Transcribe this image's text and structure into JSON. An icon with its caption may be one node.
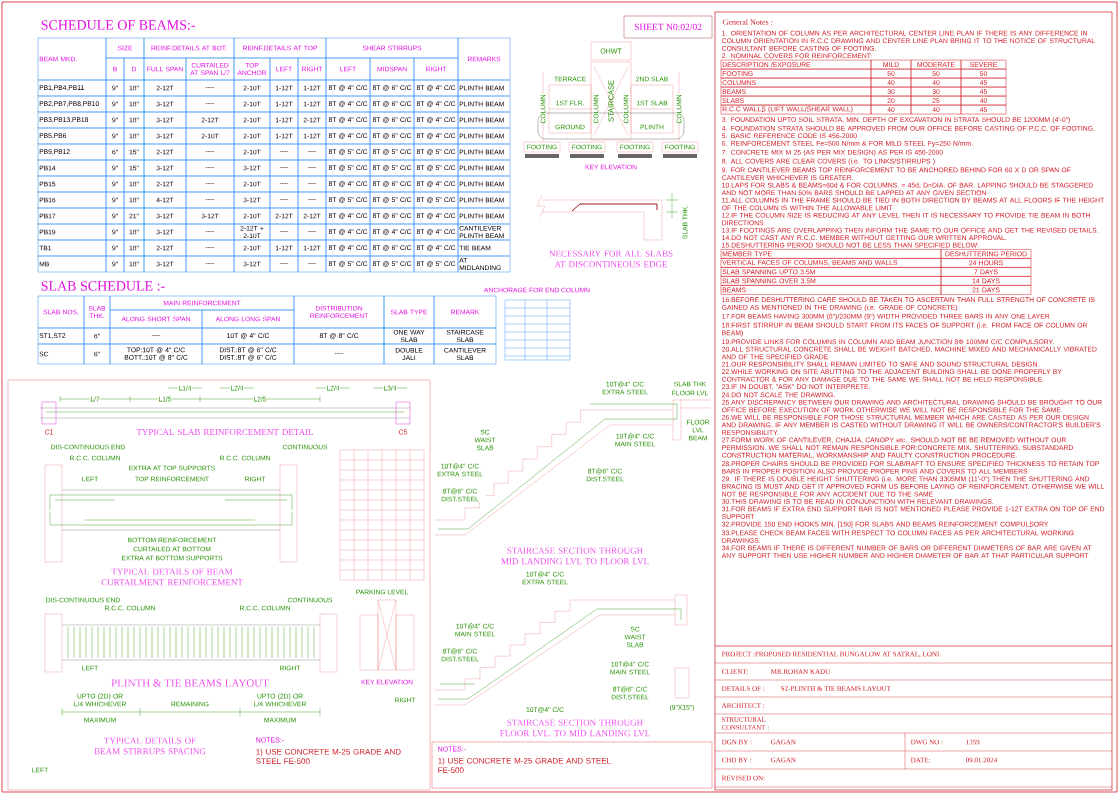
{
  "diagram": {
    "nodes": [
      {
        "text": [
          "OHWT"
        ]
      },
      {
        "text": [
          "STAIRCASE"
        ]
      },
      {
        "text": [
          "FOOTING"
        ]
      },
      {
        "text": [
          "FOOTING"
        ]
      },
      {
        "text": [
          "FOOTING"
        ]
      },
      {
        "text": [
          "FOOTING"
        ]
      },
      {
        "text": [
          "SHEET N0:02/02"
        ]
      }
    ],
    "labels": [
      "SCHEDULE OF BEAMS:-",
      "BEAM MKD.",
      "SIZE",
      "REINF.DETAILS AT BOT.",
      "REINF.DETAILS AT TOP",
      "SHEAR STIRRUPS",
      "REMARKS",
      "B",
      "D",
      "FULL SPAN",
      "CURTAILED AT SPAN L/7",
      "TOP ANCHOR",
      "LEFT",
      "RIGHT",
      "LEFT",
      "MIDSPAN",
      "RIGHT",
      "PB1,PB4,PB11",
      "9\"",
      "18\"",
      "2-12T",
      "----",
      "2-10T",
      "1-12T",
      "1-12T",
      "8T @ 4\" C/C",
      "8T @ 6\" C/C",
      "8T @ 4\" C/C",
      "PLINTH BEAM",
      "PB2,PB7,PB8,PB10",
      "9\"",
      "18\"",
      "3-12T",
      "----",
      "2-10T",
      "1-12T",
      "1-12T",
      "8T @ 4\" C/C",
      "8T @ 6\" C/C",
      "8T @ 4\" C/C",
      "PLINTH BEAM",
      "PB3,PB13,PB18",
      "9\"",
      "18\"",
      "3-12T",
      "2-12T",
      "2-10T",
      "1-12T",
      "2-12T",
      "8T @ 4\" C/C",
      "8T @ 6\" C/C",
      "8T @ 4\" C/C",
      "PLINTH BEAM",
      "PB5,PB6",
      "9\"",
      "18\"",
      "3-12T",
      "2-10T",
      "2-10T",
      "1-12T",
      "1-12T",
      "8T @ 4\" C/C",
      "8T @ 6\" C/C",
      "8T @ 4\" C/C",
      "PLINTH BEAM",
      "PB9,PB12",
      "6\"",
      "15\"",
      "2-12T",
      "----",
      "2-10T",
      "----",
      "----",
      "8T @ 5\" C/C",
      "8T @ 5\" C/C",
      "8T @ 5\" C/C",
      "PLINTH BEAM",
      "PB14",
      "9\"",
      "15\"",
      "3-12T",
      "----",
      "3-12T",
      "----",
      "----",
      "8T @ 5\" C/C",
      "8T @ 5\" C/C",
      "8T @ 5\" C/C",
      "PLINTH BEAM",
      "PB15",
      "9\"",
      "18\"",
      "2-12T",
      "----",
      "2-10T",
      "----",
      "----",
      "8T @ 4\" C/C",
      "8T @ 6\" C/C",
      "8T @ 4\" C/C",
      "PLINTH BEAM",
      "PB16",
      "9\"",
      "18\"",
      "4-12T",
      "----",
      "3-12T",
      "----",
      "----",
      "8T @ 5\" C/C",
      "8T @ 5\" C/C",
      "8T @ 5\" C/C",
      "PLINTH BEAM",
      "PB17",
      "9\"",
      "21\"",
      "3-12T",
      "3-12T",
      "2-10T",
      "2-12T",
      "2-12T",
      "8T @ 4\" C/C",
      "8T @ 6\" C/C",
      "8T @ 4\" C/C",
      "PLINTH BEAM",
      "PB19",
      "9\"",
      "18\"",
      "3-12T",
      "----",
      "2-12T + 2-10T",
      "----",
      "----",
      "8T @ 4\" C/C",
      "8T @ 4\" C/C",
      "8T @ 4\" C/C",
      "CANTILEVER PLINTH BEAM",
      "TB1",
      "9\"",
      "18\"",
      "2-12T",
      "----",
      "2-10T",
      "1-12T",
      "1-12T",
      "8T @ 4\" C/C",
      "8T @ 6\" C/C",
      "8T @ 4\" C/C",
      "TIE BEAM",
      "MB",
      "9\"",
      "18\"",
      "3-12T",
      "----",
      "3-12T",
      "----",
      "----",
      "8T @ 5\" C/C",
      "8T @ 5\" C/C",
      "8T @ 5\" C/C",
      "AT MIDLANDING",
      "SLAB SCHEDULE :-",
      "SLAB NOS.",
      "SLAB THK.",
      "MAIN REINFORCEMENT",
      "DISTRIBUTION REINFORCEMENT",
      "SLAB TYPE",
      "REMARK",
      "ALONG SHORT SPAN",
      "ALONG LONG SPAN",
      "ST1,ST2",
      "6\"",
      "----",
      "10T @ 4\" C/C",
      "8T @ 8\" C/C",
      "ONE WAY SLAB",
      "STAIRCASE SLAB",
      "SC",
      "6\"",
      "TOP:10T @ 4\" C/C BOTT.:10T @ 8\" C/C",
      "DIST.:8T @ 6\" C/C DIST.:8T @ 6\" C/C",
      "----",
      "DOUBLE JALI",
      "CANTILEVER SLAB",
      "ANCHORAGE FOR END COLUMN",
      "TERRACE",
      "2ND SLAB",
      "COLUMN",
      "COLUMN",
      "COLUMN",
      "COLUMN",
      "1ST FLR.",
      "1ST SLAB",
      "GROUND",
      "PLINTH",
      "KEY ELEVATION",
      "SLAB THK.",
      "NECESSARY FOR ALL SLABS AT DISCONTINEOUS EDGE",
      "General Notes :",
      "1. ORIENTATION OF COLUMN AS PER ARCHITECTURAL CENTER LINE PLAN IF THERE IS ANY DIFFERENCE IN COLUMN ORIENTATION IN R.C.C DRAWING AND CENTER LINE PLAN BRING IT TO THE NOTICE OF STRUCTURAL CONSULTANT BEFORE CASTING OF FOOTING.",
      "2. NOMINAL COVERS FOR REINFORCEMENT:",
      "DESCRIPTION /EXPOSURE",
      "MILD",
      "MODERATE",
      "SEVERE",
      "FOOTING",
      "50",
      "50",
      "50",
      "COLUMNS",
      "40",
      "40",
      "45",
      "BEAMS",
      "30",
      "30",
      "45",
      "SLABS",
      "20",
      "25",
      "40",
      "R.C.C WALLS (LIFT WALL/SHEAR WALL)",
      "40",
      "40",
      "45",
      "3. FOUNDATION UPTO SOIL STRATA, MIN. DEPTH OF EXCAVATION IN STRATA SHOULD BE 1200MM (4'-0\")",
      "4. FOUNDATION STRATA SHOULD BE APPROVED FROM OUR OFFICE BEFORE CASTING OF P.C.C. OF FOOTING.",
      "5. BASIC REFERENCE CODE IS 456-2000",
      "6. REINFORCEMENT STEEL Fe=500 N/mm & FOR MILD STEEL Fy=250 N/mm.",
      "7. CONCRETE MIX M 25 (AS PER MIX DESIGN) AS PER IS 456-2000",
      "8. ALL COVERS ARE CLEAR COVERS (i.e. TO LINKS/STIRRUPS )",
      "9. FOR CANTILEVER BEAMS TOP REINFORCEMENT TO BE ANCHORED BEHIND FOR 60 X D OR SPAN OF CANTILEVER WHICHEVER IS GREATER.",
      "10.LAPS FOR SLABS & BEAMS=60d & FOR COLUMNS. = 45d, D=DIA. OF BAR. LAPPING SHOULD BE STAGGERED AND NOT MORE THAN 50% BARS SHOULD BE LAPPED AT ANY GIVEN SECTION",
      "11.ALL COLUMNS IN THE FRAME SHOULD BE TIED IN BOTH DIRECTION BY BEAMS AT ALL FLOORS IF THE HEIGHT OF THE COLUMN IS WITHIN THE ALLOWABLE LIMIT",
      "12.IF THE COLUMN SIZE IS REDUCING AT ANY LEVEL THEN IT IS NECESSARY TO PROVIDE TIE BEAM IN BOTH DIRECTIONS",
      "13.IF FOOTINGS ARE OVERLAPPING THEN INFORM THE SAME TO OUR OFFICE AND GET THE REVISED DETAILS.",
      "14.DO NOT CAST ANY R.C.C. MEMBER WITHOUT GETTING OUR WRITTEN APPROVAL.",
      "15.DESHUTTERING PERIOD SHOULD NOT BE LESS THAN SPECIFIED BELOW:",
      "MEMBER TYPE",
      "DESHUTTERING PERIOD",
      "VERTICAL FACES OF COLUMNS, BEAMS AND WALLS",
      "24 HOURS",
      "SLAB SPANNING UPTO 3.5M",
      "7 DAYS",
      "SLAB SPANNING OVER 3.5M",
      "14 DAYS",
      "BEAMS",
      "21 DAYS",
      "16.BEFORE DESHUTTERING CARE SHOULD BE TAKEN TO ASCERTAIN THAN FULL STRENGTH OF CONCRETE IS GAINED AS MENTIONED IN THE DRAWING (i.e. GRADE OF CONCRETE)",
      "17.FOR BEAMS HAVING 300MM (8\")/230MM (9\") WIDTH PROVIDED THREE BARS IN ANY ONE LAYER",
      "18.FIRST STIRRUP IN BEAM SHOULD START FROM ITS FACES OF SUPPORT (i.e. FROM FACE OF COLUMN OR BEAM)",
      "19.PROVIDE LINKS FOR COLUMNS IN COLUMN AND BEAM JUNCTION 8Φ 100MM C/C COMPULSORY.",
      "20.ALL STRUCTURAL CONCRETE SHALL BE WEIGHT BATCHED, MACHINE MIXED AND MECHANICALLY VIBRATED AND OF THE SPECIFIED GRADE",
      "21.OUR RESPONSIBILITY SHALL REMAIN LIMITED TO SAFE AND SOUND STRUCTURAL DESIGN.",
      "22.WHILE WORKING ON SITE ABUTTING TO THE ADJACENT BUILDING SHALL BE DONE PROPERLY BY CONTRACTOR & FOR ANY DAMAGE DUE TO THE SAME WE SHALL NOT BE HELD RESPONSIBLE.",
      "23.IF IN DOUBT, \"ASK\" DO NOT INTERPRETE.",
      "24.DO NOT SCALE THE DRAWING.",
      "25.ANY DISCREPANCY BETWEEN OUR DRAWING AND ARCHITECTURAL DRAWING SHOULD BE BROUGHT TO OUR OFFICE BEFORE EXECUTION OF WORK OTHERWISE WE WILL NOT BE RESPONSIBLE FOR THE SAME",
      "26.WE WILL BE RESPONSIBLE FOR THOSE STRUCTURAL MEMBER WHICH ARE CASTED AS PER OUR DESIGN AND DRAWING. IF ANY MEMBER IS CASTED WITHOUT DRAWING IT WILL BE OWNERS/CONTRACTOR'S BUILDER'S RESPONSIBILITY.",
      "27.FORM WORK OF CANTILEVER, CHAJJA, CANOPY etc. SHOULD NOT BE BE REMOVED WITHOUT OUR PERMISSION. WE SHALL NOT REMAIN RESPONSIBLE FOR:CONCRETE MIX, SHUTTERING, SUBSTANDARD CONSTRUCTION MATERIAL, WORKMANSHIP AND FAULTY CONSTRUCTION PROCEDURE.",
      "28.PROPER CHAIRS SHOULD BE PROVIDED FOR SLAB/RAFT TO ENSURE SPECIFIED THICKNESS TO RETAIN TOP BARS IN PROPER POSITION ALSO PROVIDE PROPER PINS AND COVERS TO ALL MEMBERS",
      "29. IF THERE IS DOUBLE HEIGHT SHUTTERING (i.e. MORE THAN 3305MM (11'-0\") THEN THE SHUTTERING AND BRACING IS MUST AND GET IT APPROVED FORM US BEFORE LAYING OF REINFORCEMENT. OTHERWISE WE WILL NOT BE RESPONSIBLE FOR ANY ACCIDENT DUE TO THE SAME",
      "30.THIS DRAWING IS TO BE READ IN CONJUNCTION WITH RELEVANT DRAWINGS.",
      "31.FOR BEAMS IF EXTRA END SUPPORT BAR IS NOT MENTIONED PLEASE PROVIDE 1-12T EXTRA ON TOP OF END SUPPORT",
      "32.PROVIDE 150 END HOOKS MIN. [150] FOR SLABS AND BEAMS REINFORCEMENT COMPULSORY",
      "33.PLEASE CHECK BEAM FACES WITH RESPECT TO COLUMN FACES AS PER ARCHITECTURAL WORKING DRAWINGS.",
      "34.FOR BEAMS IF THERE IS DIFFERENT NUMBER OF BARS OR DIFFERENT DIAMETERS OF BAR ARE GIVEN AT ANY SUPPORT THEN USE HIGHER NUMBER AND HIGHER DIAMETER OF BAR AT THAT PARTICULAR SUPPORT",
      "SLAB THK",
      "FLOOR LVL",
      "10T@4\" C/C EXTRA STEEL",
      "FLOOR LVL BEAM",
      "SC WAIST SLAB",
      "10T@4\" C/C MAIN STEEL",
      "10T@4\" C/C EXTRA STEEL",
      "8T@6\" C/C DIST.STEEL",
      "8T@6\" C/C DIST.STEEL",
      "STAIRCASE SECTION THROUGH MID LANDING LVL TO FLOOR LVL",
      "10T@4\" C/C EXTRA STEEL",
      "SC WAIST SLAB",
      "10T@4\" C/C MAIN STEEL",
      "8T@6\" C/C DIST.STEEL",
      "10T@4\" C/C MAIN STEEL",
      "8T@6\" C/C DIST.STEEL",
      "10T@4\" C/C",
      "(9\"X15\")",
      "STAIRCASE SECTION THROUGH FLOOR LVL. TO MID LANDING LVL",
      "L1/4",
      "L2/4",
      "L2/4",
      "L3/4",
      "L/7",
      "L1/5",
      "L2/5",
      "C1",
      "TYPICAL SLAB REINFORCEMENT DETAIL",
      "C5",
      "DIS-CONTINUOUS END",
      "R.C.C. COLUMN",
      "EXTRA AT TOP SUPPORTS",
      "R.C.C. COLUMN",
      "CONTINUOUS",
      "LEFT",
      "TOP REINFORCEMENT",
      "RIGHT",
      "BOTTOM REINFORCEMENT",
      "CURTAILED AT BOTTOM",
      "EXTRA AT BOTTOM SUPPORTS",
      "TYPICAL DETAILS OF BEAM CURTAILMENT REINFORCEMENT",
      "DIS-CONTINUOUS END",
      "R.C.C. COLUMN",
      "R.C.C. COLUMN",
      "CONTINUOUS",
      "LEFT",
      "RIGHT",
      "PLINTH & TIE BEAMS LAYOUT",
      "UPTO (2D) OR L/4 WHICHEVER",
      "MAXIMUM",
      "REMAINING",
      "UPTO (2D) OR L/4 WHICHEVER",
      "MAXIMUM",
      "TYPICAL DETAILS OF BEAM STIRRUPS SPACING",
      "LEFT",
      "NOTES:-",
      "1) USE CONCRETE M-25 GRADE AND STEEL FE-500",
      "KEY ELEVATION",
      "PARKING LEVEL",
      "RIGHT",
      "NOTES:-",
      "1) USE CONCRETE M-25 GRADE AND STEEL FE-500",
      "PROJECT :PROPOSED RESIDENTIAL BUNGALOW AT SATRAL, LONI.",
      "CLIENT:",
      "MR.ROHAN KADU",
      "DETAILS OF :",
      "S2-PLINTH & TIE BEAMS LAYOUT",
      "ARCHITECT :",
      "STRUCTURAL CONSULTANT :",
      "DGN BY :",
      "GAGAN",
      "DWG NO :",
      "1359",
      "CHD BY :",
      "GAGAN",
      "DATE:",
      "09.01.2024",
      "REVISED ON:"
    ]
  }
}
